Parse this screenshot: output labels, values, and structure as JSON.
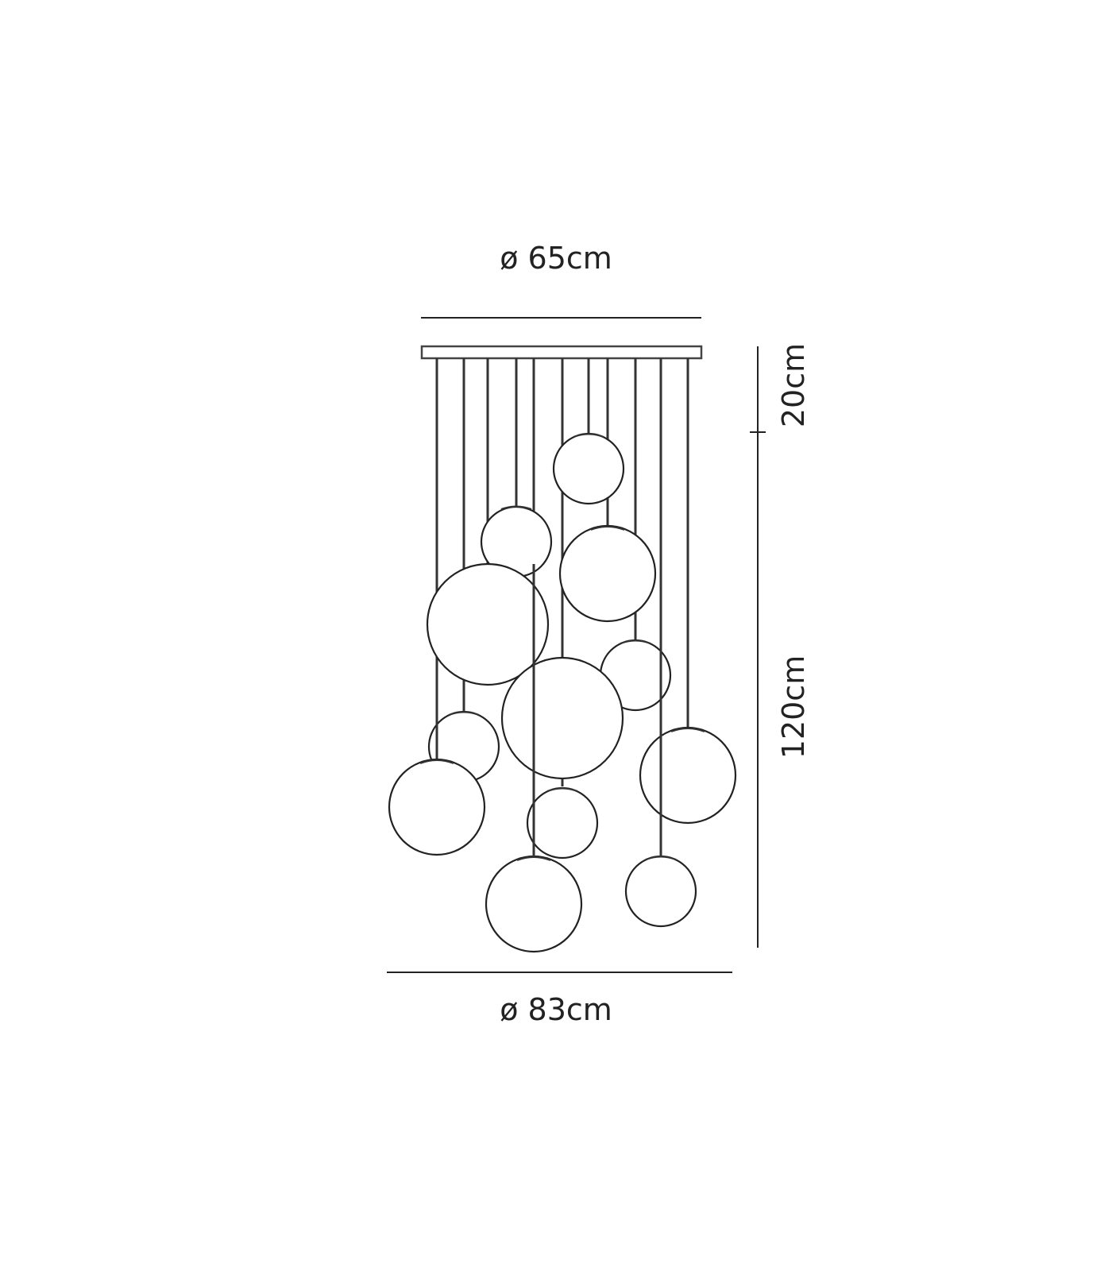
{
  "dimensions": {
    "top_diameter": "ø 65cm",
    "bottom_diameter": "ø 83cm",
    "canopy_height": "20cm",
    "drop_height": "120cm"
  },
  "colors": {
    "line": "#222222",
    "background": "#ffffff"
  }
}
